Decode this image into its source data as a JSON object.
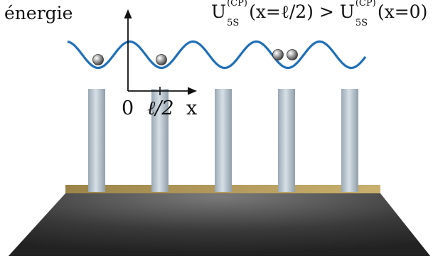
{
  "labels": {
    "energy": "énergie",
    "origin": "0",
    "half_period": "ℓ/2",
    "x_axis": "x"
  },
  "equation": {
    "left_symbol": "U",
    "left_sup": "(CP)",
    "left_sub": "5S",
    "left_arg": "(x=ℓ/2)",
    "operator": " > ",
    "right_symbol": "U",
    "right_sup": "(CP)",
    "right_sub": "5S",
    "right_arg": "(x=0)"
  },
  "colors": {
    "wave": "#1f6fb8",
    "pillar": "#bcc9d3",
    "ledge": "#b8a063",
    "base_dark": "#2b2b2b",
    "base_light": "#6b6b6b",
    "atom": "#5a5a5a"
  },
  "pillar_count": 5,
  "atom_count": 4
}
